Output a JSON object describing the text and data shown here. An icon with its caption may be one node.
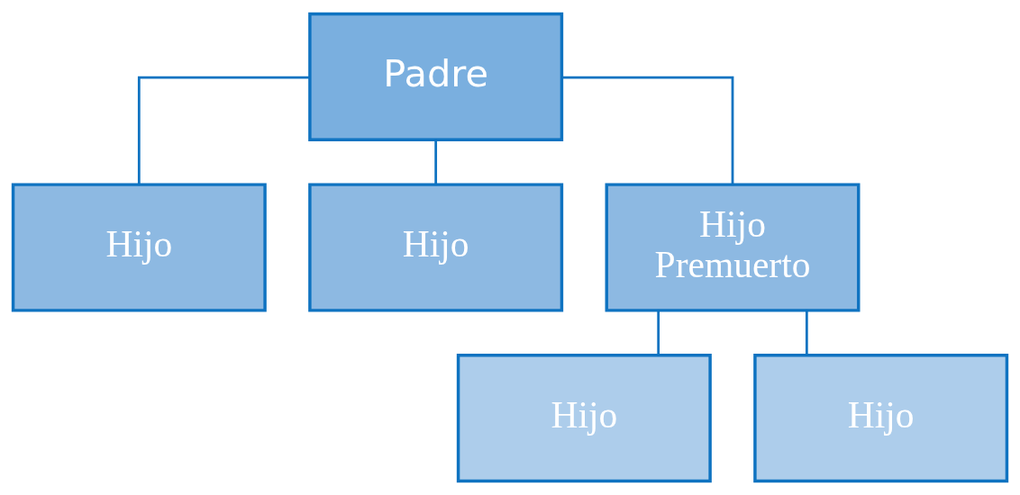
{
  "diagram": {
    "nodes": [
      {
        "text": [
          "Padre"
        ]
      },
      {
        "text": [
          "Hijo"
        ]
      },
      {
        "text": [
          "Hijo"
        ]
      },
      {
        "text": [
          "Hijo Premuerto"
        ]
      },
      {
        "text": [
          "Hijo"
        ]
      },
      {
        "text": [
          "Hijo"
        ]
      }
    ],
    "edges": [
      {
        "from": 0,
        "to": 1,
        "arrow": "none"
      },
      {
        "from": 0,
        "to": 2,
        "arrow": "none"
      },
      {
        "from": 0,
        "to": 3,
        "arrow": "none"
      },
      {
        "from": 3,
        "to": 4,
        "arrow": "none"
      },
      {
        "from": 3,
        "to": 5,
        "arrow": "none"
      }
    ]
  }
}
